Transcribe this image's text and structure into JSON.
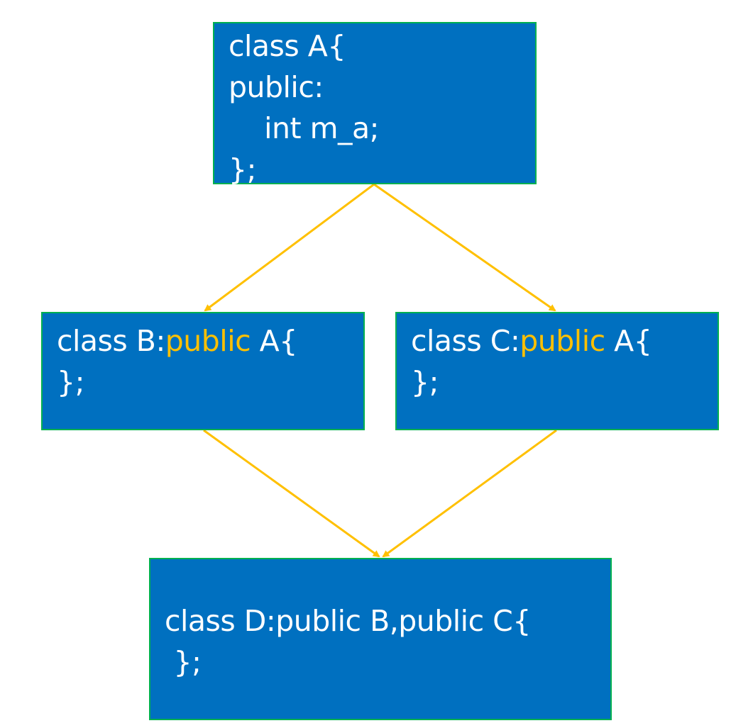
{
  "colors": {
    "box_fill": "#0070c0",
    "box_border": "#00b050",
    "text": "#ffffff",
    "arrow": "#ffc000",
    "keyword_highlight": "#ffc000"
  },
  "nodes": {
    "a": {
      "lines": [
        "class A{",
        "public:",
        "    int m_a;",
        "};"
      ]
    },
    "b": {
      "line1_prefix": "class B:",
      "line1_keyword": "public",
      "line1_suffix": " A{",
      "line2": "};"
    },
    "c": {
      "line1_prefix": "class C:",
      "line1_keyword": "public",
      "line1_suffix": " A{",
      "line2": "};"
    },
    "d": {
      "lines": [
        "class D:public B,public C{",
        " };"
      ]
    }
  },
  "edges": [
    {
      "from": "a",
      "to": "b"
    },
    {
      "from": "a",
      "to": "c"
    },
    {
      "from": "b",
      "to": "d"
    },
    {
      "from": "c",
      "to": "d"
    }
  ]
}
